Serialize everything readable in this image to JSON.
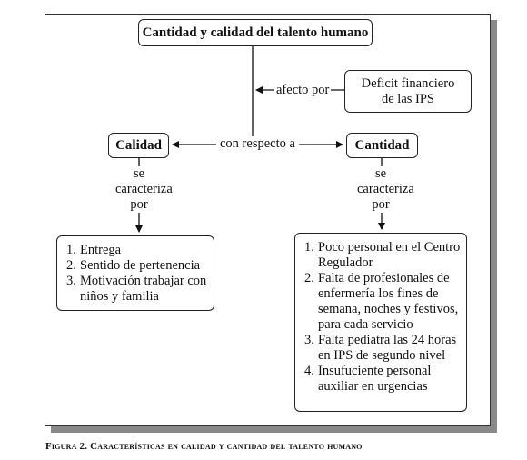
{
  "nodes": {
    "title": "Cantidad y calidad del talento humano",
    "deficit": "Deficit financiero de las IPS",
    "calidad": "Calidad",
    "cantidad": "Cantidad"
  },
  "edges": {
    "afecto_por": "afecto por",
    "con_respecto_a": "con respecto a",
    "se_caracteriza_por_left": "se caracteriza por",
    "se_caracteriza_por_right": "se caracteriza por"
  },
  "lists": {
    "calidad": [
      {
        "num": "1.",
        "text": "Entrega"
      },
      {
        "num": "2.",
        "text": "Sentido de pertenencia"
      },
      {
        "num": "3.",
        "text": "Motivación trabajar con niños y familia"
      }
    ],
    "cantidad": [
      {
        "num": "1.",
        "text": "Poco personal en el Centro Regulador"
      },
      {
        "num": "2.",
        "text": "Falta de profesionales de enfermería los fines de semana, noches y festivos, para cada servicio"
      },
      {
        "num": "3.",
        "text": "Falta pediatra las 24 horas en IPS de segundo nivel"
      },
      {
        "num": "4.",
        "text": "Insufuciente personal auxiliar en urgencias"
      }
    ]
  },
  "caption": "Figura 2. Características en calidad y cantidad del talento humano"
}
